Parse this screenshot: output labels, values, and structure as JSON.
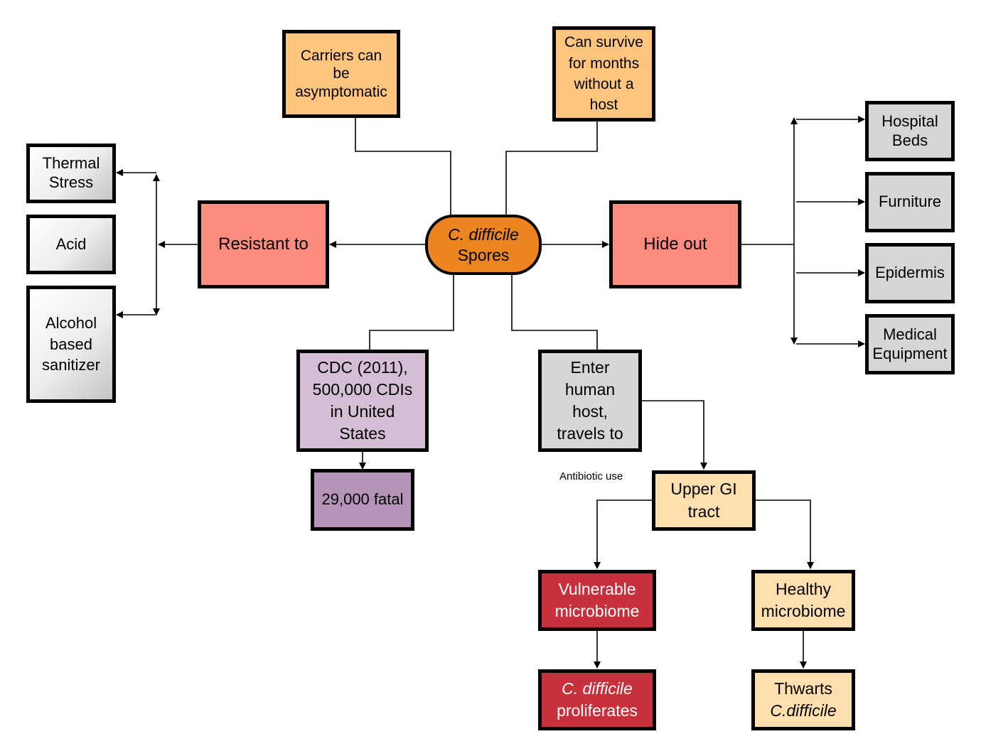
{
  "nodes": {
    "center": {
      "line1": "C. difficile",
      "line2": "Spores"
    },
    "carriers": {
      "lines": [
        "Carriers can",
        "be",
        "asymptomatic"
      ]
    },
    "survive": {
      "lines": [
        "Can survive",
        "for months",
        "without a",
        "host"
      ]
    },
    "resistant": {
      "label": "Resistant to"
    },
    "hideout": {
      "label": "Hide out"
    },
    "thermal": {
      "lines": [
        "Thermal",
        "Stress"
      ]
    },
    "acid": {
      "label": "Acid"
    },
    "alcohol": {
      "lines": [
        "Alcohol",
        "based",
        "sanitizer"
      ]
    },
    "hospital_beds": {
      "lines": [
        "Hospital",
        "Beds"
      ]
    },
    "furniture": {
      "label": "Furniture"
    },
    "epidermis": {
      "label": "Epidermis"
    },
    "medical_equipment": {
      "lines": [
        "Medical",
        "Equipment"
      ]
    },
    "cdc": {
      "lines": [
        "CDC (2011),",
        "500,000 CDIs",
        "in United",
        "States"
      ]
    },
    "fatal": {
      "label": "29,000 fatal"
    },
    "enter_host": {
      "lines": [
        "Enter",
        "human",
        "host,",
        "travels to"
      ]
    },
    "upper_gi": {
      "lines": [
        "Upper GI",
        "tract"
      ]
    },
    "vulnerable": {
      "lines": [
        "Vulnerable",
        "microbiome"
      ]
    },
    "healthy": {
      "lines": [
        "Healthy",
        "microbiome"
      ]
    },
    "proliferates": {
      "line1": "C. difficile",
      "line2": "proliferates"
    },
    "thwarts": {
      "line1": "Thwarts",
      "line2": "C.difficile"
    }
  },
  "edge_labels": {
    "antibiotic_use": "Antibiotic use"
  },
  "colors": {
    "center": "#ec8420",
    "callout_orange": "#fec57e",
    "category_salmon": "#fe8c7e",
    "location_grey": "#d6d6d6",
    "cdc_lilac": "#d4bed5",
    "fatal_purple": "#b495b7",
    "gi_peach": "#ffdfad",
    "vulnerable_red": "#c8303c"
  }
}
